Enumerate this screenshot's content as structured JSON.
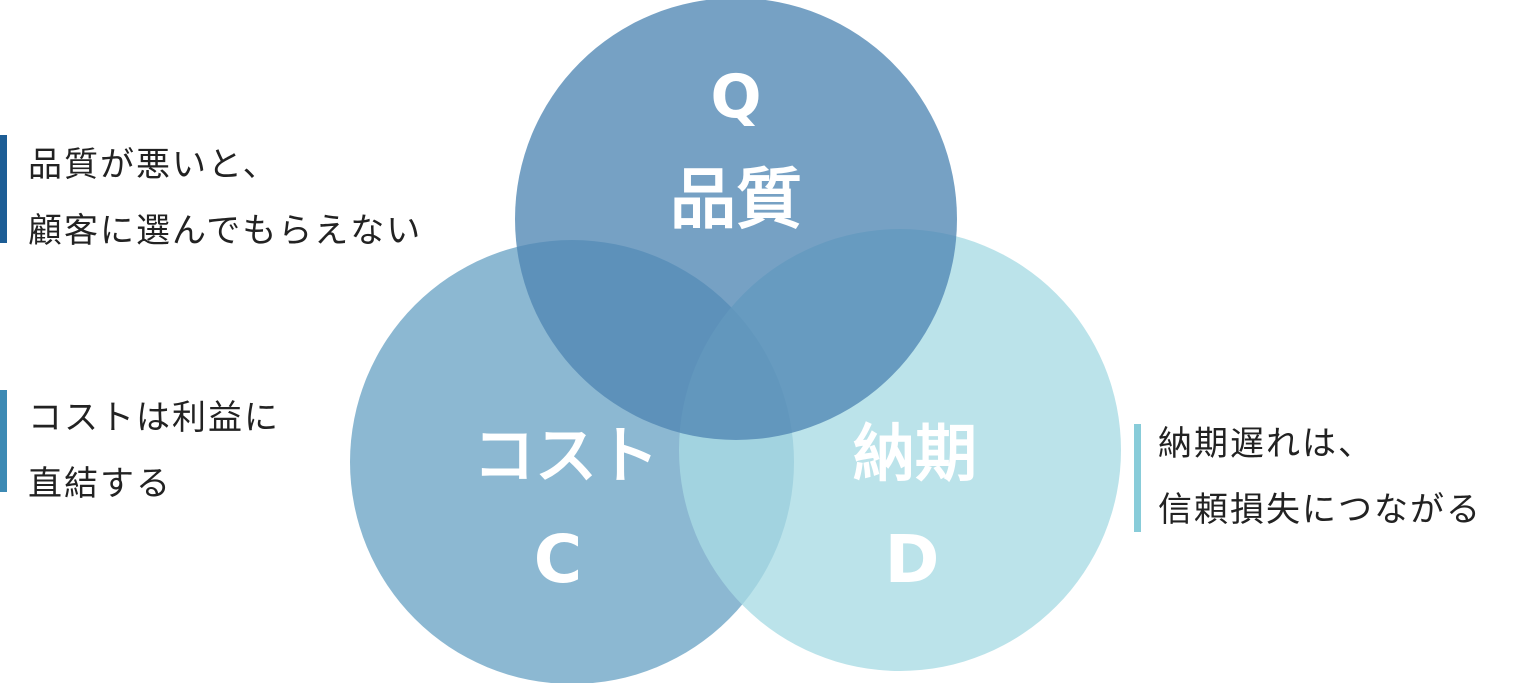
{
  "colors": {
    "quality_circle": "#5a8db8",
    "cost_circle": "#6fa6c7",
    "delivery_circle": "#a8dbe4",
    "quality_bar": "#1d5d95",
    "cost_bar": "#3d8ab4",
    "delivery_bar": "#88ccd9"
  },
  "circles": {
    "quality": {
      "letter": "Q",
      "name": "品質"
    },
    "cost": {
      "letter": "C",
      "name": "コスト"
    },
    "delivery": {
      "letter": "D",
      "name": "納期"
    }
  },
  "notes": {
    "quality": {
      "line1": "品質が悪いと、",
      "line2": "顧客に選んでもらえない"
    },
    "cost": {
      "line1": "コストは利益に",
      "line2": "直結する"
    },
    "delivery": {
      "line1": "納期遅れは、",
      "line2": "信頼損失につながる"
    }
  }
}
